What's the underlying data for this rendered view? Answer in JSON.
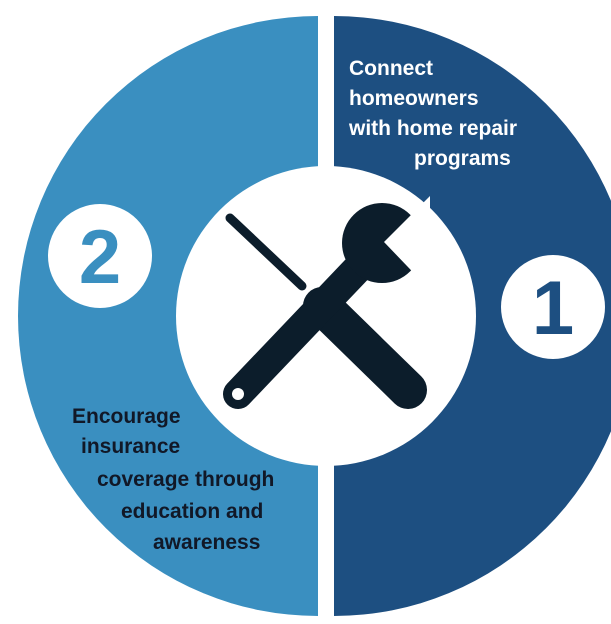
{
  "segments": [
    {
      "number": "1",
      "text_lines": [
        "Connect",
        "homeowners",
        "with home repair",
        "programs"
      ],
      "color": "#1d4f81"
    },
    {
      "number": "2",
      "text_lines": [
        "Encourage",
        "insurance",
        "coverage through",
        "education and",
        "awareness"
      ],
      "color": "#3a8fc0"
    }
  ],
  "center_icon": "wrench-and-screwdriver-icon",
  "colors": {
    "dark_blue": "#1d4f81",
    "light_blue": "#3a8fc0",
    "icon": "#0c1d2b",
    "number_fill": "#ffffff",
    "segment1_text": "#ffffff",
    "segment2_text": "#111827"
  }
}
